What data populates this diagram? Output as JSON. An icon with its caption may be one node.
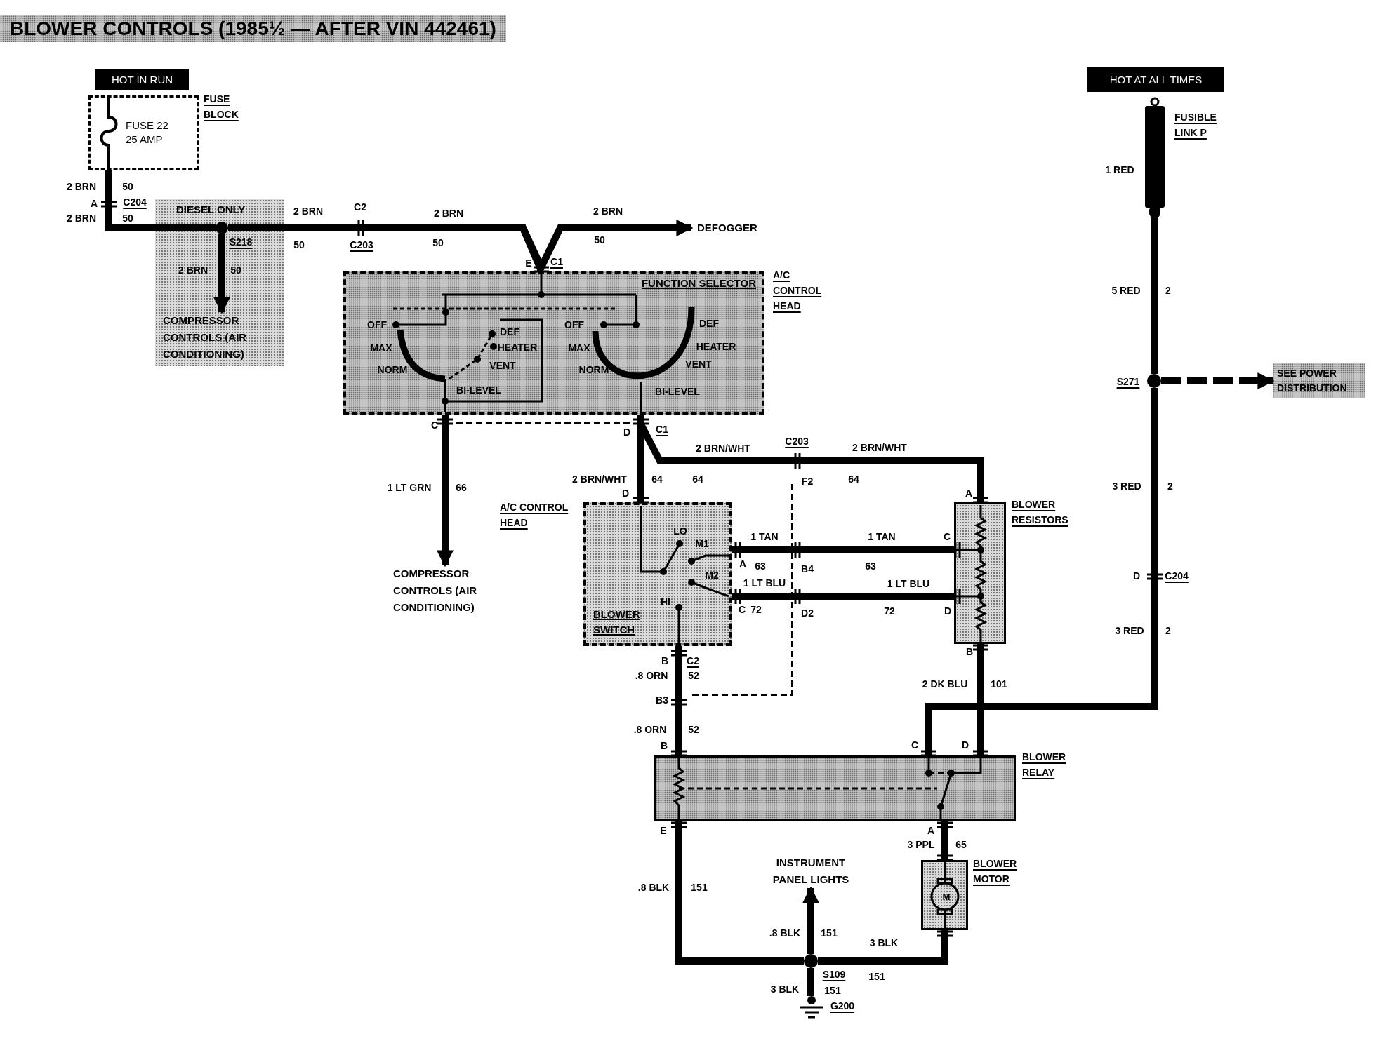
{
  "diagram": {
    "title": "BLOWER CONTROLS (1985½ — AFTER VIN 442461)",
    "nodes": [
      {
        "text": [
          "HOT IN RUN"
        ]
      },
      {
        "text": [
          "FUSE 22 25 AMP"
        ],
        "beside": [
          "FUSE BLOCK"
        ]
      },
      {
        "text": [
          "DIESEL ONLY"
        ]
      },
      {
        "text": [],
        "shape": "circle",
        "in": 2
      },
      {
        "text": [
          "COMPRESSOR CONTROLS (AIR CONDITIONING)"
        ],
        "in": 2
      },
      {
        "text": [
          "DEFOGGER"
        ]
      },
      {
        "text": [
          "FUNCTION SELECTOR"
        ],
        "beside": [
          "A/C CONTROL HEAD"
        ]
      },
      {
        "text": [
          "COMPRESSOR CONTROLS (AIR CONDITIONING)"
        ]
      },
      {
        "text": [
          "BLOWER SWITCH"
        ],
        "beside": [
          "A/C CONTROL HEAD"
        ]
      },
      {
        "text": [],
        "shape": "box",
        "beside": [
          "BLOWER RESISTORS"
        ]
      },
      {
        "text": [],
        "shape": "box",
        "beside": [
          "BLOWER RELAY"
        ]
      },
      {
        "text": [
          "M"
        ],
        "beside": [
          "BLOWER MOTOR"
        ]
      },
      {
        "text": [
          "INSTRUMENT PANEL LIGHTS"
        ]
      },
      {
        "text": [],
        "shape": "circle"
      },
      {
        "text": [],
        "shape": "ground"
      },
      {
        "text": [
          "HOT AT ALL TIMES"
        ]
      },
      {
        "text": [],
        "shape": "bar",
        "beside": [
          "FUSIBLE LINK P"
        ]
      },
      {
        "text": [],
        "shape": "circle"
      },
      {
        "text": [
          "SEE POWER DISTRIBUTION"
        ]
      }
    ],
    "edges": [
      {
        "from": 1,
        "to": 3,
        "arrow": "none"
      },
      {
        "from": 3,
        "to": 4,
        "arrow": "to"
      },
      {
        "from": 3,
        "to": 6,
        "arrow": "none"
      },
      {
        "from": 3,
        "to": 5,
        "arrow": "to"
      },
      {
        "from": 6,
        "to": 7,
        "arrow": "to"
      },
      {
        "from": 6,
        "to": 8,
        "arrow": "none"
      },
      {
        "from": 6,
        "to": 9,
        "arrow": "none"
      },
      {
        "from": 8,
        "to": 9,
        "arrow": "none"
      },
      {
        "from": 8,
        "to": 9,
        "arrow": "none"
      },
      {
        "from": 8,
        "to": 10,
        "arrow": "none"
      },
      {
        "from": 9,
        "to": 10,
        "arrow": "none"
      },
      {
        "from": 17,
        "to": 10,
        "arrow": "none"
      },
      {
        "from": 10,
        "to": 11,
        "arrow": "none"
      },
      {
        "from": 10,
        "to": 13,
        "arrow": "none"
      },
      {
        "from": 11,
        "to": 13,
        "arrow": "none"
      },
      {
        "from": 13,
        "to": 12,
        "arrow": "to"
      },
      {
        "from": 13,
        "to": 14,
        "arrow": "none"
      },
      {
        "from": 16,
        "to": 17,
        "arrow": "none"
      },
      {
        "from": 17,
        "to": 18,
        "arrow": "to",
        "style": "dashed"
      }
    ],
    "labels": [
      "2 BRN",
      "50",
      "A",
      "C204",
      "2 BRN",
      "50",
      "2 BRN",
      "C2",
      "2 BRN",
      "2 BRN",
      "S218",
      "50",
      "C203",
      "50",
      "50",
      "2 BRN",
      "50",
      "E",
      "C1",
      "OFF",
      "DEF",
      "MAX",
      "HEATER",
      "VENT",
      "NORM",
      "BI-LEVEL",
      "OFF",
      "DEF",
      "MAX",
      "HEATER",
      "VENT",
      "NORM",
      "BI-LEVEL",
      "C",
      "D",
      "C1",
      "C203",
      "2 BRN/WHT",
      "2 BRN/WHT",
      "2 BRN/WHT",
      "64",
      "64",
      "F2",
      "64",
      "1 LT GRN",
      "66",
      "D",
      "A",
      "LO",
      "1 TAN",
      "1 TAN",
      "C",
      "M1",
      "A",
      "63",
      "B4",
      "63",
      "M2",
      "1 LT BLU",
      "1 LT BLU",
      "HI",
      "C",
      "72",
      "D2",
      "72",
      "D",
      "B",
      "B",
      "C2",
      ".8 ORN",
      "52",
      "2 DK BLU",
      "101",
      "B3",
      ".8 ORN",
      "52",
      "B",
      "C",
      "D",
      "E",
      "A",
      "3 PPL",
      "65",
      ".8 BLK",
      "151",
      ".8 BLK",
      "151",
      "3 BLK",
      "S109",
      "151",
      "3 BLK",
      "151",
      "G200",
      "1 RED",
      "5 RED",
      "2",
      "S271",
      "3 RED",
      "2",
      "D",
      "C204",
      "3 RED",
      "2"
    ]
  }
}
